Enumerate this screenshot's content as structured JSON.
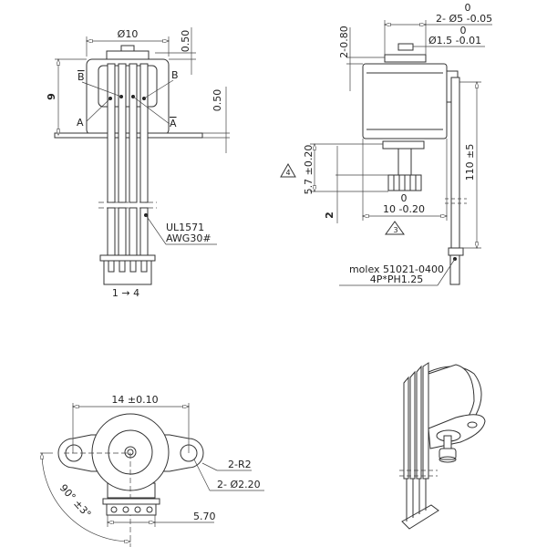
{
  "front_view": {
    "diameter": "Ø10",
    "height": "9",
    "top_offset": "0.50",
    "flange_thickness": "0.50",
    "pin_labels": {
      "b_bar": "B",
      "b": "B",
      "a": "A",
      "a_bar": "A"
    },
    "wire_spec_1": "UL1571",
    "wire_spec_2": "AWG30#",
    "pin_order": "1 → 4"
  },
  "side_view": {
    "shaft_tol_top": "0",
    "shaft_spec": "2- Ø5 -0.05",
    "pin_tol_top": "0",
    "pin_spec": "Ø1.5 -0.01",
    "cap_height": "2-0.80",
    "wire_length": "110 ±5",
    "gear_height": "5.7 ±0.20",
    "gear_offset": "2",
    "width_tol_top": "0",
    "width": "10 -0.20",
    "note_3": "3",
    "note_4": "4",
    "connector_1": "molex 51021-0400",
    "connector_2": "4P*PH1.25"
  },
  "bottom_view": {
    "hole_spacing": "14 ±0.10",
    "ear_radius": "2-R2",
    "hole_diameter": "2- Ø2.20",
    "connector_offset": "5.70",
    "angle": "90° ±3°"
  }
}
